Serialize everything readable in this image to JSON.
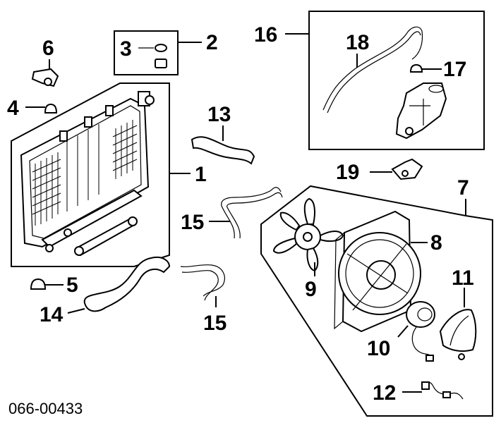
{
  "document_number": "066-00433",
  "callouts": {
    "c1": "1",
    "c2": "2",
    "c3": "3",
    "c4": "4",
    "c5": "5",
    "c6": "6",
    "c7": "7",
    "c8": "8",
    "c9": "9",
    "c10": "10",
    "c11": "11",
    "c12": "12",
    "c13": "13",
    "c14": "14",
    "c15a": "15",
    "c15b": "15",
    "c16": "16",
    "c17": "17",
    "c18": "18",
    "c19": "19"
  }
}
